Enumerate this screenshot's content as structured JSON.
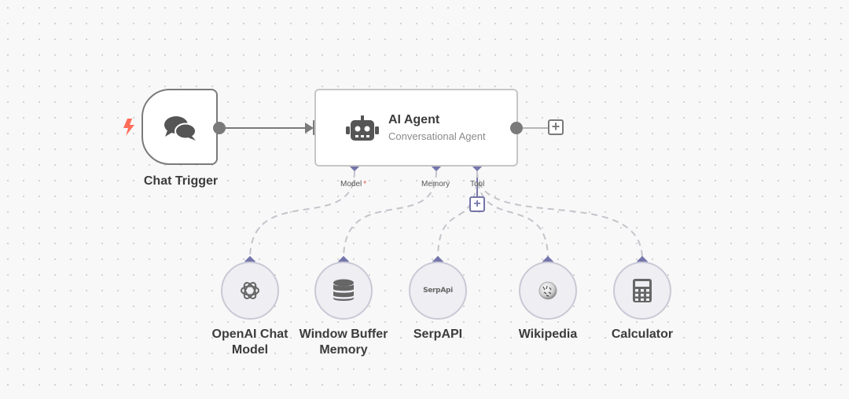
{
  "nodes": {
    "trigger": {
      "title": "Chat Trigger"
    },
    "agent": {
      "title": "AI Agent",
      "subtitle": "Conversational Agent"
    }
  },
  "ports": {
    "model": {
      "label": "Model",
      "required_mark": "*"
    },
    "memory": {
      "label": "Memory"
    },
    "tool": {
      "label": "Tool"
    }
  },
  "sub_nodes": [
    {
      "title_line1": "OpenAI Chat",
      "title_line2": "Model",
      "icon": "openai-icon"
    },
    {
      "title_line1": "Window Buffer",
      "title_line2": "Memory",
      "icon": "database-icon"
    },
    {
      "title_line1": "SerpAPI",
      "title_line2": "",
      "icon_text": "SerpApi",
      "icon": "serpapi-icon"
    },
    {
      "title_line1": "Wikipedia",
      "title_line2": "",
      "icon": "wikipedia-icon"
    },
    {
      "title_line1": "Calculator",
      "title_line2": "",
      "icon": "calculator-icon"
    }
  ],
  "colors": {
    "node_border": "#7a7a7a",
    "sub_connection": "#7475ab",
    "trigger_bolt": "#ff6d5a",
    "required": "#e0524a"
  }
}
